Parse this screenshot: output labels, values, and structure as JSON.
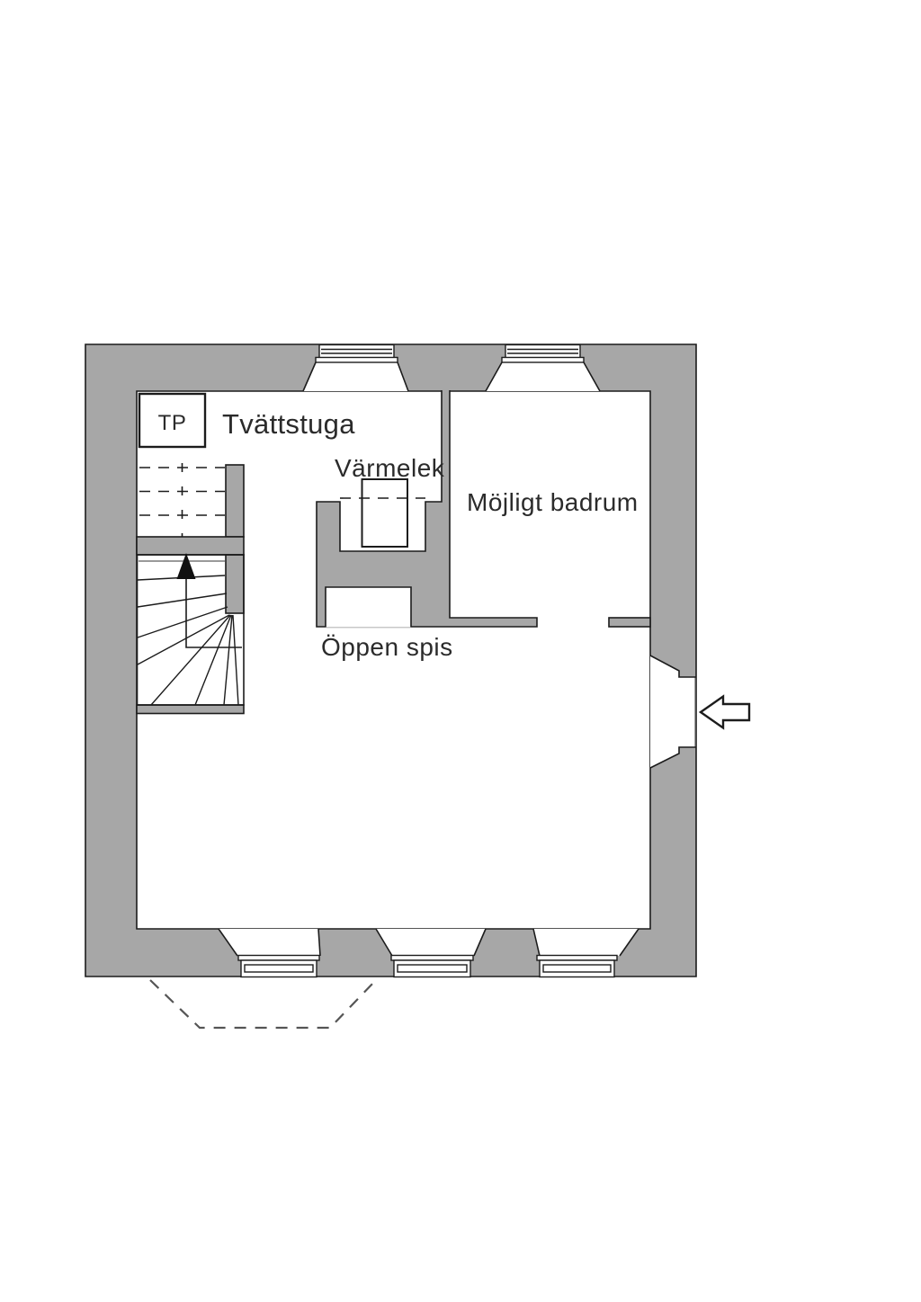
{
  "rooms": [
    {
      "id": "laundry",
      "label": "Tvättstuga"
    },
    {
      "id": "possible-bathroom",
      "label": "Möjligt badrum"
    }
  ],
  "features": [
    {
      "id": "tp-unit",
      "label": "TP"
    },
    {
      "id": "electric-heater",
      "label": "Värmelek"
    },
    {
      "id": "open-fireplace",
      "label": "Öppen spis"
    }
  ],
  "icons": {
    "entrance_arrow": "arrow-left",
    "stair_direction_arrow": "arrow-up"
  },
  "colors": {
    "wall": "#a7a7a7",
    "line": "#1c1c1c",
    "text": "#2b2b2b",
    "background": "#ffffff",
    "porch_dash": "#555555"
  }
}
